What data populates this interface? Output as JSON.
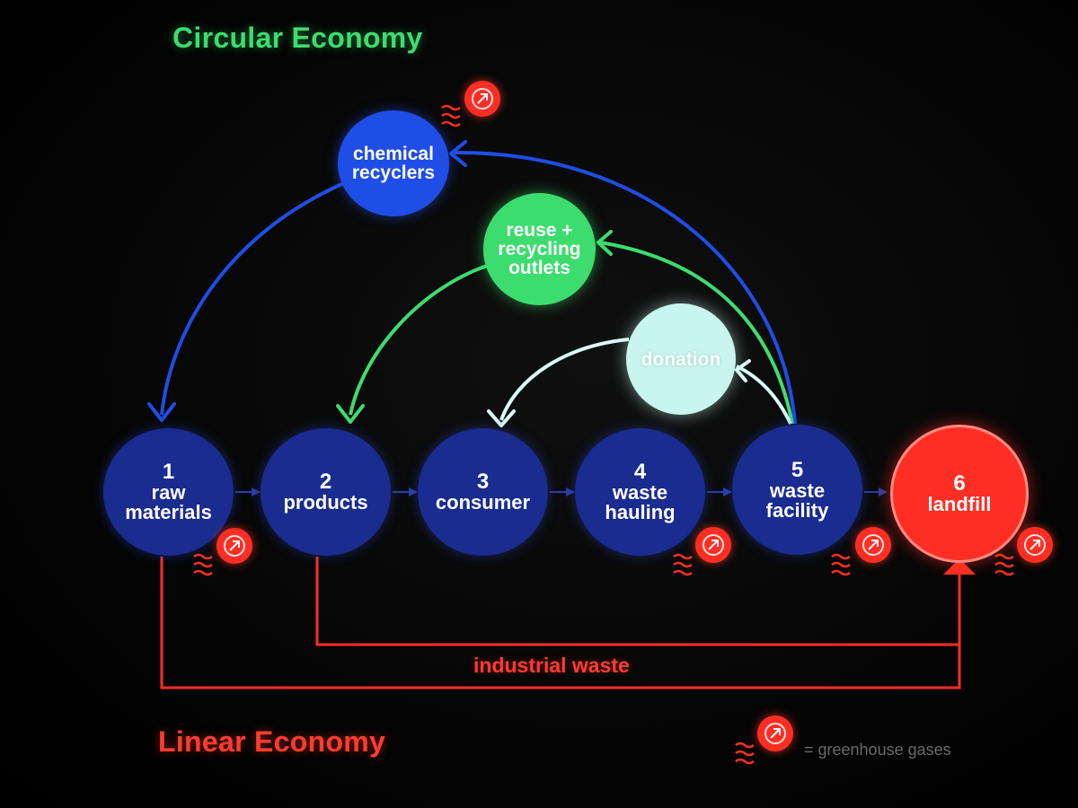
{
  "titles": {
    "circular": "Circular Economy",
    "linear": "Linear Economy"
  },
  "nodes": {
    "raw_materials": {
      "number": "1",
      "label_1": "raw",
      "label_2": "materials"
    },
    "products": {
      "number": "2",
      "label_1": "products"
    },
    "consumer": {
      "number": "3",
      "label_1": "consumer"
    },
    "waste_hauling": {
      "number": "4",
      "label_1": "waste",
      "label_2": "hauling"
    },
    "waste_facility": {
      "number": "5",
      "label_1": "waste",
      "label_2": "facility"
    },
    "landfill": {
      "number": "6",
      "label_1": "landfill"
    },
    "chemical_recyclers": {
      "label_1": "chemical",
      "label_2": "recyclers"
    },
    "reuse_outlets": {
      "label_1": "reuse +",
      "label_2": "recycling",
      "label_3": "outlets"
    },
    "donation": {
      "label_1": "donation"
    }
  },
  "industrial_waste_label": "industrial waste",
  "legend": {
    "icon": "greenhouse-gas-icon",
    "text": "= greenhouse gases"
  },
  "colors": {
    "node_navy": "#1a2c8f",
    "chemical_blue": "#1f4ee6",
    "reuse_green": "#3ddc6e",
    "donation_mint": "#c8f5ee",
    "landfill_red": "#ff2e24",
    "circular_title": "#3ddc6e",
    "linear_title": "#ff3b2f"
  }
}
